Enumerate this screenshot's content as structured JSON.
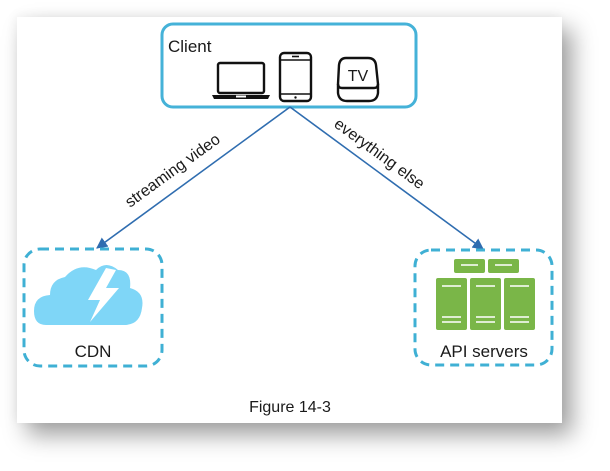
{
  "figure": {
    "caption": "Figure 14-3"
  },
  "nodes": {
    "client": {
      "label": "Client",
      "devices": [
        {
          "icon": "laptop-icon"
        },
        {
          "icon": "smartphone-icon"
        },
        {
          "icon": "tv-box-icon",
          "text": "TV"
        }
      ]
    },
    "cdn": {
      "label": "CDN",
      "icon": "cloud-lightning-icon"
    },
    "api": {
      "label": "API servers",
      "icon": "server-rack-icon"
    }
  },
  "edges": [
    {
      "from": "client",
      "to": "cdn",
      "label": "streaming video"
    },
    {
      "from": "client",
      "to": "api",
      "label": "everything else"
    }
  ],
  "colors": {
    "client_border": "#45b2d8",
    "dashed_border": "#3fb0d4",
    "arrow": "#2f6db0",
    "cloud": "#7fd6f7",
    "server": "#7ab648",
    "icon_stroke": "#111111"
  }
}
